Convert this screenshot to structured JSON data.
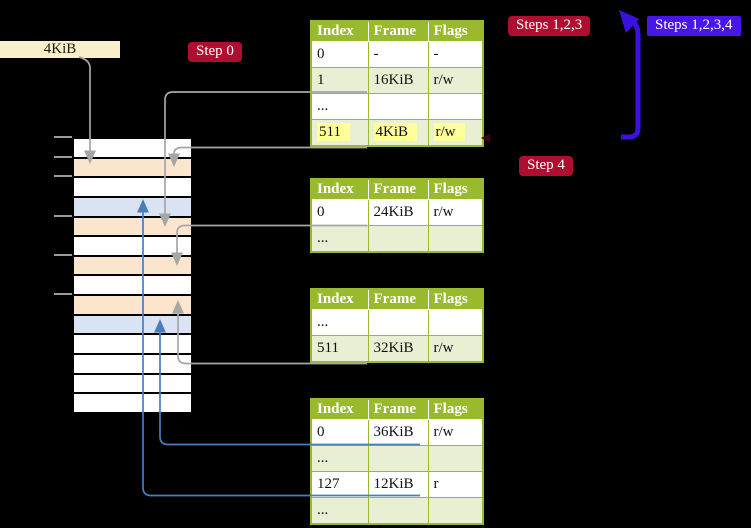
{
  "labels": {
    "page_size": "4KiB",
    "step0": "Step 0",
    "steps123": "Steps 1,2,3",
    "steps1234": "Steps 1,2,3,4",
    "step4": "Step 4"
  },
  "tables": [
    {
      "name": "page-table-1",
      "headers": [
        "Index",
        "Frame",
        "Flags"
      ],
      "rows": [
        {
          "cells": [
            "0",
            "-",
            "-"
          ],
          "highlight": false
        },
        {
          "cells": [
            "1",
            "16KiB",
            "r/w"
          ],
          "highlight": false
        },
        {
          "cells": [
            "...",
            "",
            ""
          ],
          "highlight": false
        },
        {
          "cells": [
            "511",
            "4KiB",
            "r/w"
          ],
          "highlight": true
        }
      ]
    },
    {
      "name": "page-table-2",
      "headers": [
        "Index",
        "Frame",
        "Flags"
      ],
      "rows": [
        {
          "cells": [
            "0",
            "24KiB",
            "r/w"
          ],
          "highlight": false
        },
        {
          "cells": [
            "...",
            "",
            ""
          ],
          "highlight": false
        }
      ]
    },
    {
      "name": "page-table-3",
      "headers": [
        "Index",
        "Frame",
        "Flags"
      ],
      "rows": [
        {
          "cells": [
            "...",
            "",
            ""
          ],
          "highlight": false
        },
        {
          "cells": [
            "511",
            "32KiB",
            "r/w"
          ],
          "highlight": false
        }
      ]
    },
    {
      "name": "page-table-4",
      "headers": [
        "Index",
        "Frame",
        "Flags"
      ],
      "rows": [
        {
          "cells": [
            "0",
            "36KiB",
            "r/w"
          ],
          "highlight": false
        },
        {
          "cells": [
            "...",
            "",
            ""
          ],
          "highlight": false
        },
        {
          "cells": [
            "127",
            "12KiB",
            "r"
          ],
          "highlight": false
        },
        {
          "cells": [
            "...",
            "",
            ""
          ],
          "highlight": false
        }
      ]
    }
  ],
  "memory_rows": [
    "white",
    "peach",
    "white",
    "blue",
    "peach",
    "white",
    "peach",
    "white",
    "peach",
    "blue",
    "white",
    "white",
    "white",
    "white"
  ],
  "tick_ys": [
    136,
    156,
    175,
    215,
    254,
    293
  ],
  "colors": {
    "table_header_green": "#9aba2e",
    "table_row_alt": "#e9efd3",
    "highlight_yellow": "#ffff99",
    "badge_crimson": "#b00e31",
    "badge_violet": "#4816e8",
    "arrow_violet": "#3c10e0",
    "connector_gray": "#a6a6a6",
    "connector_blue": "#4a7ebb",
    "memory_peach": "#fce5cd",
    "memory_blue": "#dae3f3",
    "page_size_box": "#fbeecb"
  }
}
